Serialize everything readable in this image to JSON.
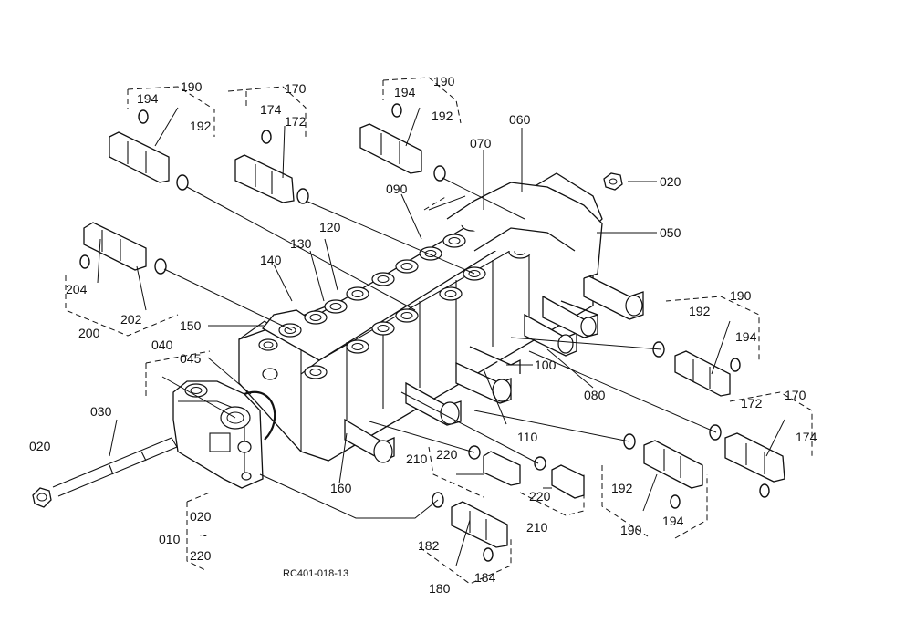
{
  "drawing_code": "RC401-018-13",
  "labels": {
    "p194a": "194",
    "p190a": "190",
    "p192a": "192",
    "p170a": "170",
    "p174a": "174",
    "p172a": "172",
    "p194b": "194",
    "p190b": "190",
    "p192b": "192",
    "p060": "060",
    "p070": "070",
    "p090": "090",
    "p020a": "020",
    "p050": "050",
    "p120": "120",
    "p130": "130",
    "p140": "140",
    "p150": "150",
    "p204": "204",
    "p202": "202",
    "p200": "200",
    "p040": "040",
    "p045": "045",
    "p192c": "192",
    "p190c": "190",
    "p194c": "194",
    "p100": "100",
    "p080": "080",
    "p110": "110",
    "p172b": "172",
    "p170b": "170",
    "p174b": "174",
    "p030": "030",
    "p020b": "020",
    "p160": "160",
    "p210a": "210",
    "p220a": "220",
    "p220b": "220",
    "p210b": "210",
    "p192d": "192",
    "p190d": "190",
    "p194d": "194",
    "p182": "182",
    "p184": "184",
    "p180": "180",
    "p010": "010",
    "p020c": "020",
    "tilde": "~",
    "p220c": "220"
  }
}
